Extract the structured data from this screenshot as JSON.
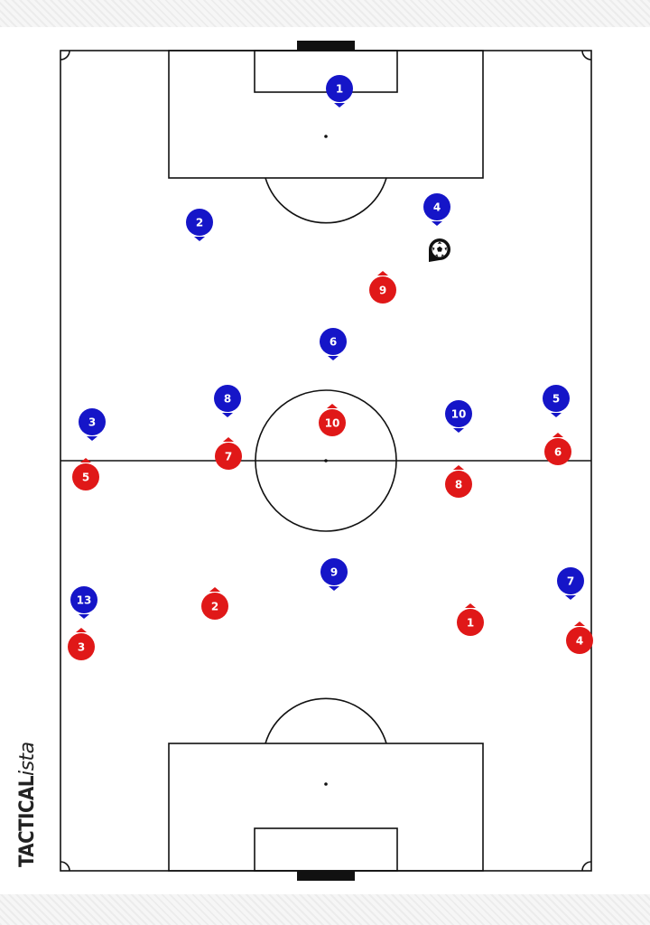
{
  "brand": {
    "part1": "TACTICAL",
    "part2": "ista"
  },
  "colors": {
    "home": "#1515c8",
    "away": "#e01818",
    "lines": "#111111",
    "label_text": "#ffffff"
  },
  "icons": {
    "ball": "soccer-ball-icon"
  },
  "blue_team": [
    {
      "number": "1"
    },
    {
      "number": "2"
    },
    {
      "number": "4"
    },
    {
      "number": "6"
    },
    {
      "number": "8"
    },
    {
      "number": "3"
    },
    {
      "number": "10"
    },
    {
      "number": "5"
    },
    {
      "number": "9"
    },
    {
      "number": "13"
    },
    {
      "number": "7"
    }
  ],
  "red_team": [
    {
      "number": "9"
    },
    {
      "number": "10"
    },
    {
      "number": "7"
    },
    {
      "number": "5"
    },
    {
      "number": "8"
    },
    {
      "number": "6"
    },
    {
      "number": "2"
    },
    {
      "number": "3"
    },
    {
      "number": "1"
    },
    {
      "number": "4"
    }
  ]
}
